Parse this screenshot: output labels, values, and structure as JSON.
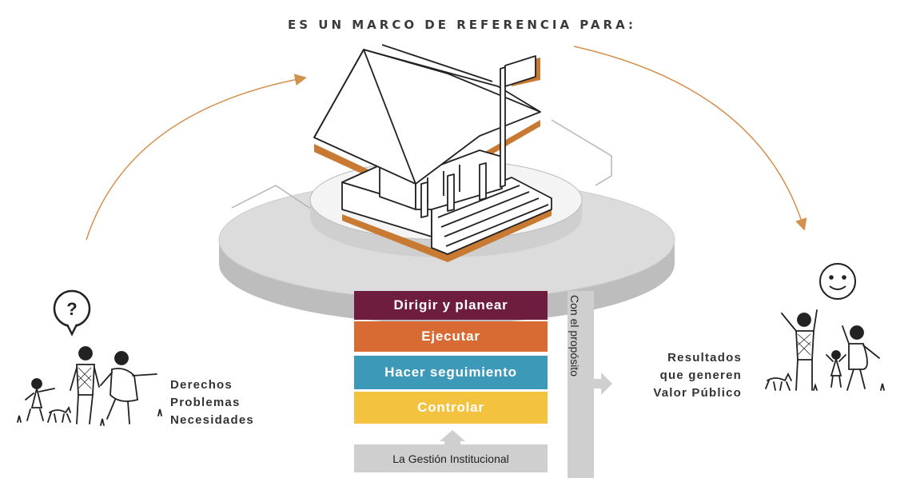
{
  "title": "ES UN MARCO DE REFERENCIA PARA:",
  "stages": [
    {
      "label": "Dirigir y planear",
      "color": "#6e1d3f"
    },
    {
      "label": "Ejecutar",
      "color": "#d86a34"
    },
    {
      "label": "Hacer seguimiento",
      "color": "#3c9ab8"
    },
    {
      "label": "Controlar",
      "color": "#f3c33f"
    }
  ],
  "base_label": "La Gestión Institucional",
  "purpose_label": "Con el propósito",
  "left_labels": [
    "Derechos",
    "Problemas",
    "Necesidades"
  ],
  "right_labels": [
    "Resultados",
    "que generen",
    "Valor Público"
  ],
  "question_mark": "?",
  "colors": {
    "arrow": "#d3914f",
    "house_shadow": "#c97a32",
    "platform": "#d4d4d4",
    "outline": "#222222"
  },
  "icons": [
    "question-bubble-icon",
    "smiley-face-icon",
    "house-icon",
    "people-illustration",
    "dog-icon"
  ]
}
